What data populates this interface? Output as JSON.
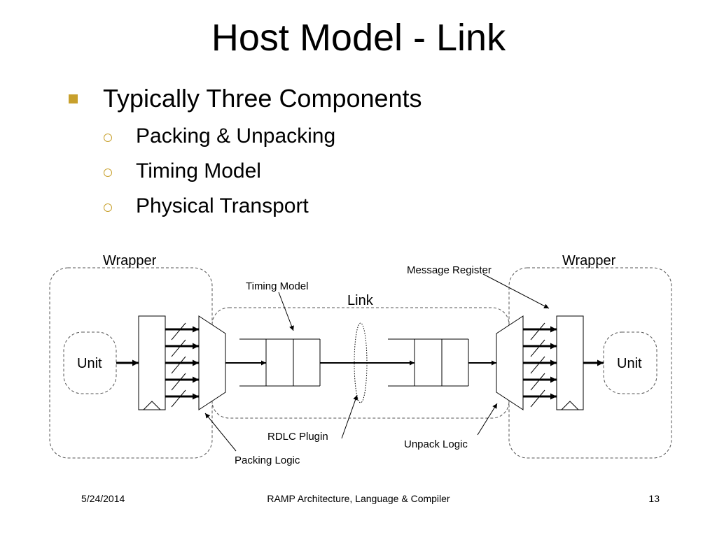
{
  "slide": {
    "title": "Host Model - Link",
    "bullet": "Typically Three Components",
    "sub_bullets": [
      "Packing & Unpacking",
      "Timing Model",
      "Physical Transport"
    ]
  },
  "diagram": {
    "labels": {
      "wrapper_left": "Wrapper",
      "wrapper_right": "Wrapper",
      "message_register": "Message Register",
      "timing_model": "Timing Model",
      "link": "Link",
      "unit_left": "Unit",
      "unit_right": "Unit",
      "rdlc_plugin": "RDLC Plugin",
      "unpack_logic": "Unpack Logic",
      "packing_logic": "Packing Logic"
    }
  },
  "footer": {
    "date": "5/24/2014",
    "center": "RAMP Architecture, Language & Compiler",
    "page": "13"
  },
  "colors": {
    "bullet_accent": "#c8a02c",
    "line": "#000000",
    "dashed": "#555555"
  }
}
